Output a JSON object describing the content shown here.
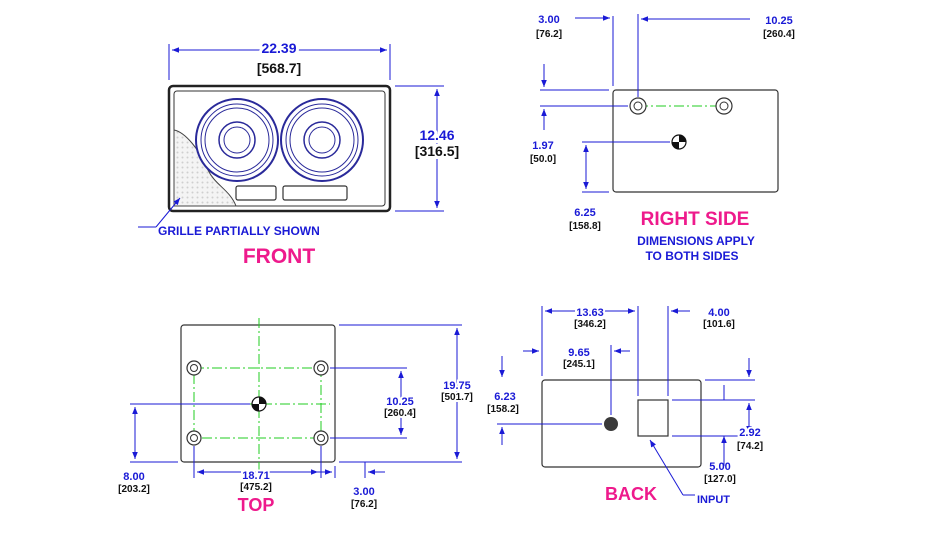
{
  "front": {
    "title": "FRONT",
    "note": "GRILLE PARTIALLY SHOWN",
    "width_in": "22.39",
    "width_mm": "[568.7]",
    "height_in": "12.46",
    "height_mm": "[316.5]"
  },
  "right_side": {
    "title": "RIGHT SIDE",
    "note_line1": "DIMENSIONS APPLY",
    "note_line2": "TO BOTH SIDES",
    "d1_in": "3.00",
    "d1_mm": "[76.2]",
    "d2_in": "10.25",
    "d2_mm": "[260.4]",
    "d3_in": "1.97",
    "d3_mm": "[50.0]",
    "d4_in": "6.25",
    "d4_mm": "[158.8]"
  },
  "top": {
    "title": "TOP",
    "d1_in": "19.75",
    "d1_mm": "[501.7]",
    "d2_in": "10.25",
    "d2_mm": "[260.4]",
    "d3_in": "8.00",
    "d3_mm": "[203.2]",
    "d4_in": "18.71",
    "d4_mm": "[475.2]",
    "d5_in": "3.00",
    "d5_mm": "[76.2]"
  },
  "back": {
    "title": "BACK",
    "input_label": "INPUT",
    "d1_in": "13.63",
    "d1_mm": "[346.2]",
    "d2_in": "4.00",
    "d2_mm": "[101.6]",
    "d3_in": "9.65",
    "d3_mm": "[245.1]",
    "d4_in": "6.23",
    "d4_mm": "[158.2]",
    "d5_in": "2.92",
    "d5_mm": "[74.2]",
    "d6_in": "5.00",
    "d6_mm": "[127.0]"
  },
  "colors": {
    "dimension": "#1a1ad6",
    "title": "#ee1a8c",
    "centerline": "#22cc22"
  }
}
